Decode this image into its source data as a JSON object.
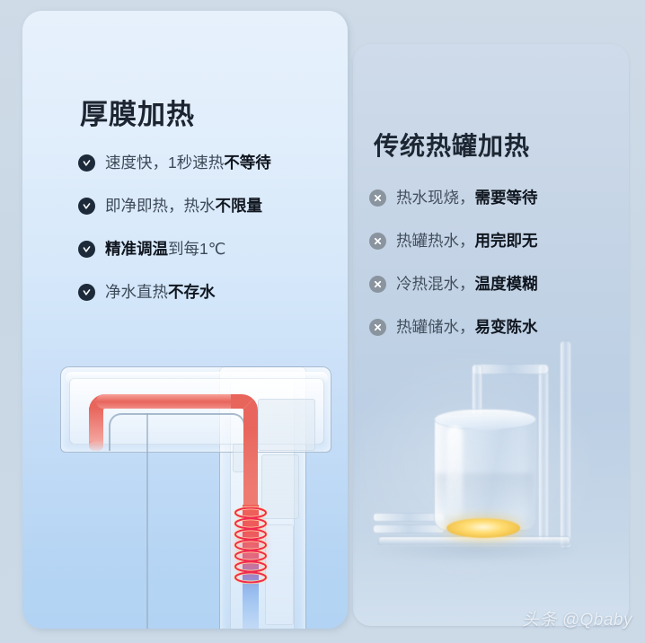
{
  "left_panel": {
    "title": "厚膜加热",
    "icon": "check-circle-icon",
    "features": [
      {
        "normal": "速度快，1秒速热",
        "bold": "不等待",
        "bold_first": ""
      },
      {
        "normal": "即净即热，热水",
        "bold": "不限量",
        "bold_first": ""
      },
      {
        "normal": "到每1℃",
        "bold": "",
        "bold_first": "精准调温"
      },
      {
        "normal": "净水直热",
        "bold": "不存水",
        "bold_first": ""
      }
    ]
  },
  "right_panel": {
    "title": "传统热罐加热",
    "icon": "cross-circle-icon",
    "features": [
      {
        "normal": "热水现烧，",
        "bold": "需要等待",
        "bold_first": ""
      },
      {
        "normal": "热罐热水，",
        "bold": "用完即无",
        "bold_first": ""
      },
      {
        "normal": "冷热混水，",
        "bold": "温度模糊",
        "bold_first": ""
      },
      {
        "normal": "热罐储水，",
        "bold": "易变陈水",
        "bold_first": ""
      }
    ]
  },
  "watermark": {
    "text": "头条 @Qbaby"
  },
  "colors": {
    "background": "#ccd9e6",
    "left_panel_top": "#e6f1fc",
    "left_panel_bottom": "#b2d3f3",
    "right_panel_top": "#cfdbea",
    "right_panel_bottom": "#d2e0ee",
    "check_badge": "#1d2a3a",
    "cross_badge": "#8a949f",
    "title_text": "#1b2430",
    "feature_text": "#3d4a59",
    "feature_bold": "#10161f",
    "hot_pipe": "#e8655c",
    "heater_plate": "#ffd860"
  }
}
